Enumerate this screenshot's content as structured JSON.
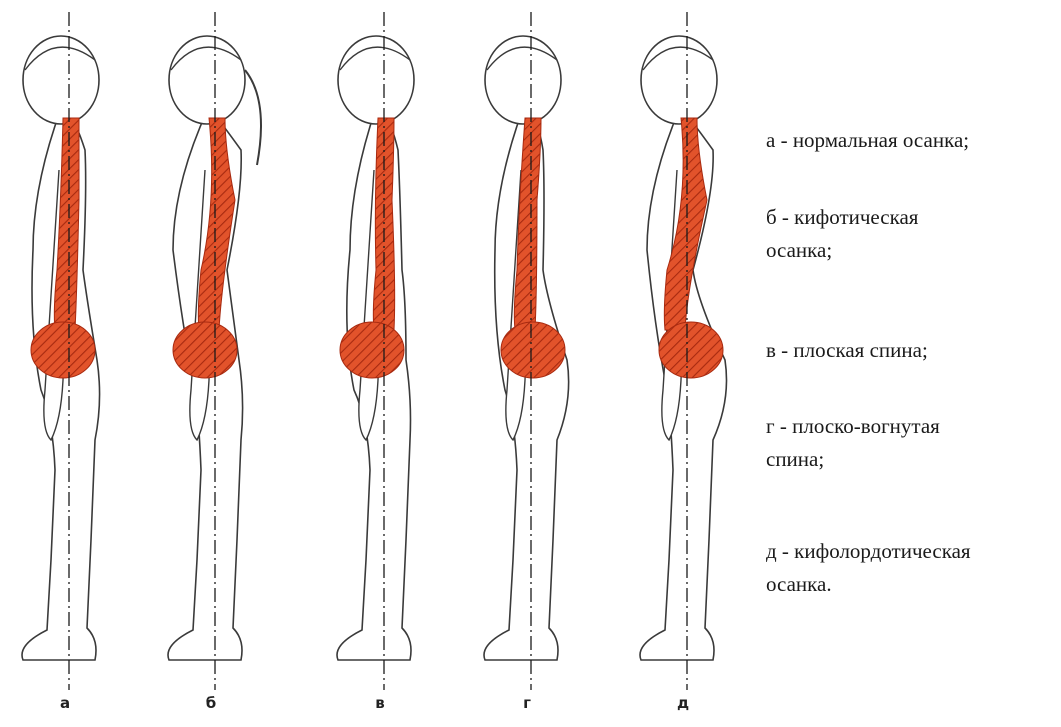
{
  "figures": [
    {
      "letter": "а",
      "posture": "normal"
    },
    {
      "letter": "б",
      "posture": "kyphotic"
    },
    {
      "letter": "в",
      "posture": "flat-back"
    },
    {
      "letter": "г",
      "posture": "flat-concave"
    },
    {
      "letter": "д",
      "posture": "kypholordotic"
    }
  ],
  "legend": [
    {
      "line1": "а - нормальная осанка;",
      "line2": ""
    },
    {
      "line1": "б - кифотическая",
      "line2": "осанка;"
    },
    {
      "line1": "в - плоская спина;",
      "line2": ""
    },
    {
      "line1": "г - плоско-вогнутая",
      "line2": "спина;"
    },
    {
      "line1": "д - кифолордотическая",
      "line2": "осанка."
    }
  ],
  "colors": {
    "spine_fill": "#e2532b",
    "spine_hatch": "#a82a10",
    "outline": "#3a3a3a",
    "highlight": "#f2e6a0"
  }
}
